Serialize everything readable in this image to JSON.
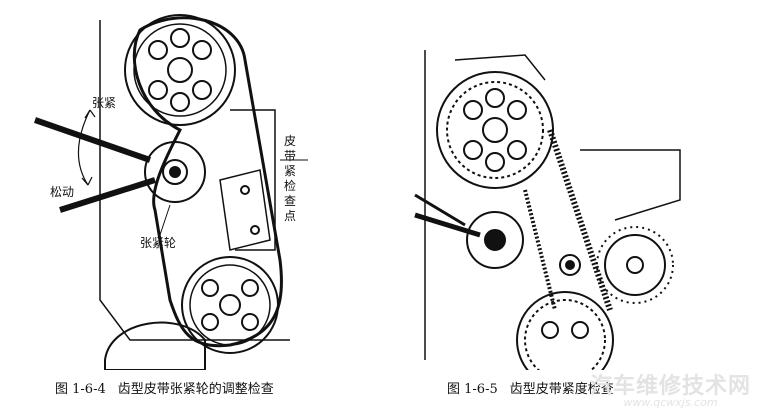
{
  "figure_left": {
    "caption_number": "图 1-6-4",
    "caption_text": "齿型皮带张紧轮的调整检查",
    "label_tension": "张紧",
    "label_loosen": "松动",
    "label_tensioner": "张紧轮",
    "label_check_point": "皮带紧检查点"
  },
  "figure_right": {
    "caption_number": "图 1-6-5",
    "caption_text": "齿型皮带紧度检查"
  },
  "watermark": {
    "chinese": "汽车维修技术网",
    "url": "www.qcwxjs.com"
  }
}
